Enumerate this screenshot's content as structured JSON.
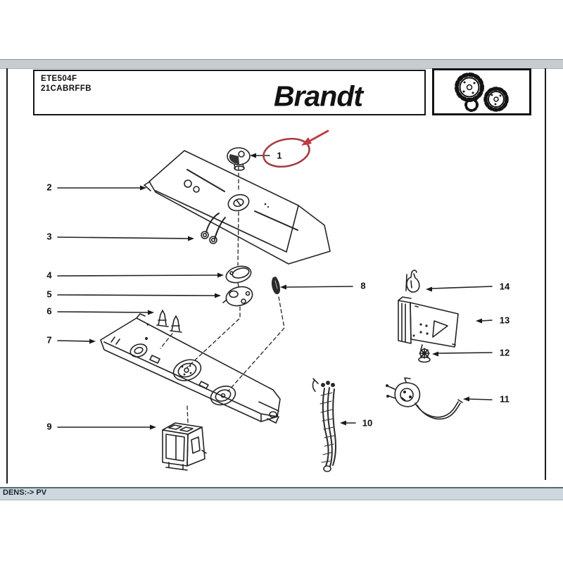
{
  "page": {
    "header": {
      "model_code": "ETE504F",
      "catalog_code": "21CABRFFB",
      "brand": "Brandt",
      "logo_icon": "gears-icon"
    },
    "status_bar": {
      "text": "DENS:-> PV"
    },
    "highlight": {
      "highlighted_part": "1",
      "ellipse_color": "#a73b45",
      "arrow_color": "#c13840"
    },
    "parts": [
      {
        "number": "1"
      },
      {
        "number": "2"
      },
      {
        "number": "3"
      },
      {
        "number": "4"
      },
      {
        "number": "5"
      },
      {
        "number": "6"
      },
      {
        "number": "7"
      },
      {
        "number": "8"
      },
      {
        "number": "9"
      },
      {
        "number": "10"
      },
      {
        "number": "11"
      },
      {
        "number": "12"
      },
      {
        "number": "13"
      },
      {
        "number": "14"
      }
    ]
  }
}
